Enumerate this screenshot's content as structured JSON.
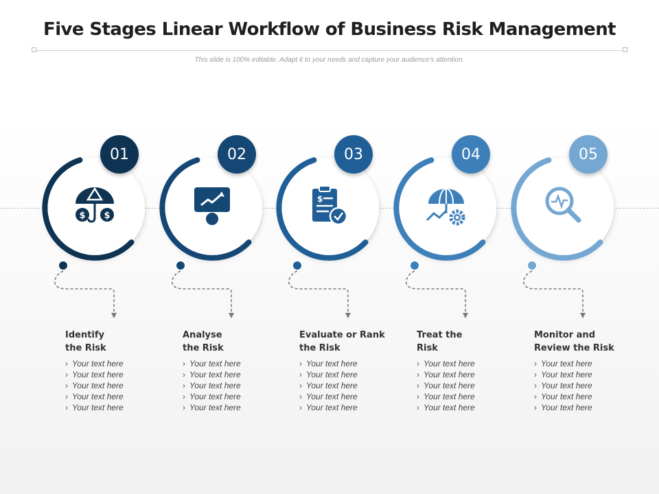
{
  "title": "Five Stages Linear Workflow of Business Risk Management",
  "subtitle": "This slide is 100% editable. Adapt it to your needs and capture your audience's attention.",
  "stages": [
    {
      "number": "01",
      "title_line1": "Identify",
      "title_line2": "the Risk",
      "color": "#0f3352",
      "icon": "umbrella-dollar-icon",
      "items": [
        "Your text here",
        "Your text here",
        "Your text here",
        "Your text here",
        "Your text here"
      ]
    },
    {
      "number": "02",
      "title_line1": "Analyse",
      "title_line2": "the Risk",
      "color": "#154774",
      "icon": "chart-presentation-icon",
      "items": [
        "Your text here",
        "Your text here",
        "Your text here",
        "Your text here",
        "Your text here"
      ]
    },
    {
      "number": "03",
      "title_line1": "Evaluate or Rank",
      "title_line2": "the Risk",
      "color": "#1f5e96",
      "icon": "clipboard-check-icon",
      "items": [
        "Your text here",
        "Your text here",
        "Your text here",
        "Your text here",
        "Your text here"
      ]
    },
    {
      "number": "04",
      "title_line1": "Treat the",
      "title_line2": "Risk",
      "color": "#3d80b9",
      "icon": "umbrella-gear-icon",
      "items": [
        "Your text here",
        "Your text here",
        "Your text here",
        "Your text here",
        "Your text here"
      ]
    },
    {
      "number": "05",
      "title_line1": "Monitor and",
      "title_line2": "Review the Risk",
      "color": "#74a7d2",
      "icon": "magnifier-pulse-icon",
      "items": [
        "Your text here",
        "Your text here",
        "Your text here",
        "Your text here",
        "Your text here"
      ]
    }
  ]
}
